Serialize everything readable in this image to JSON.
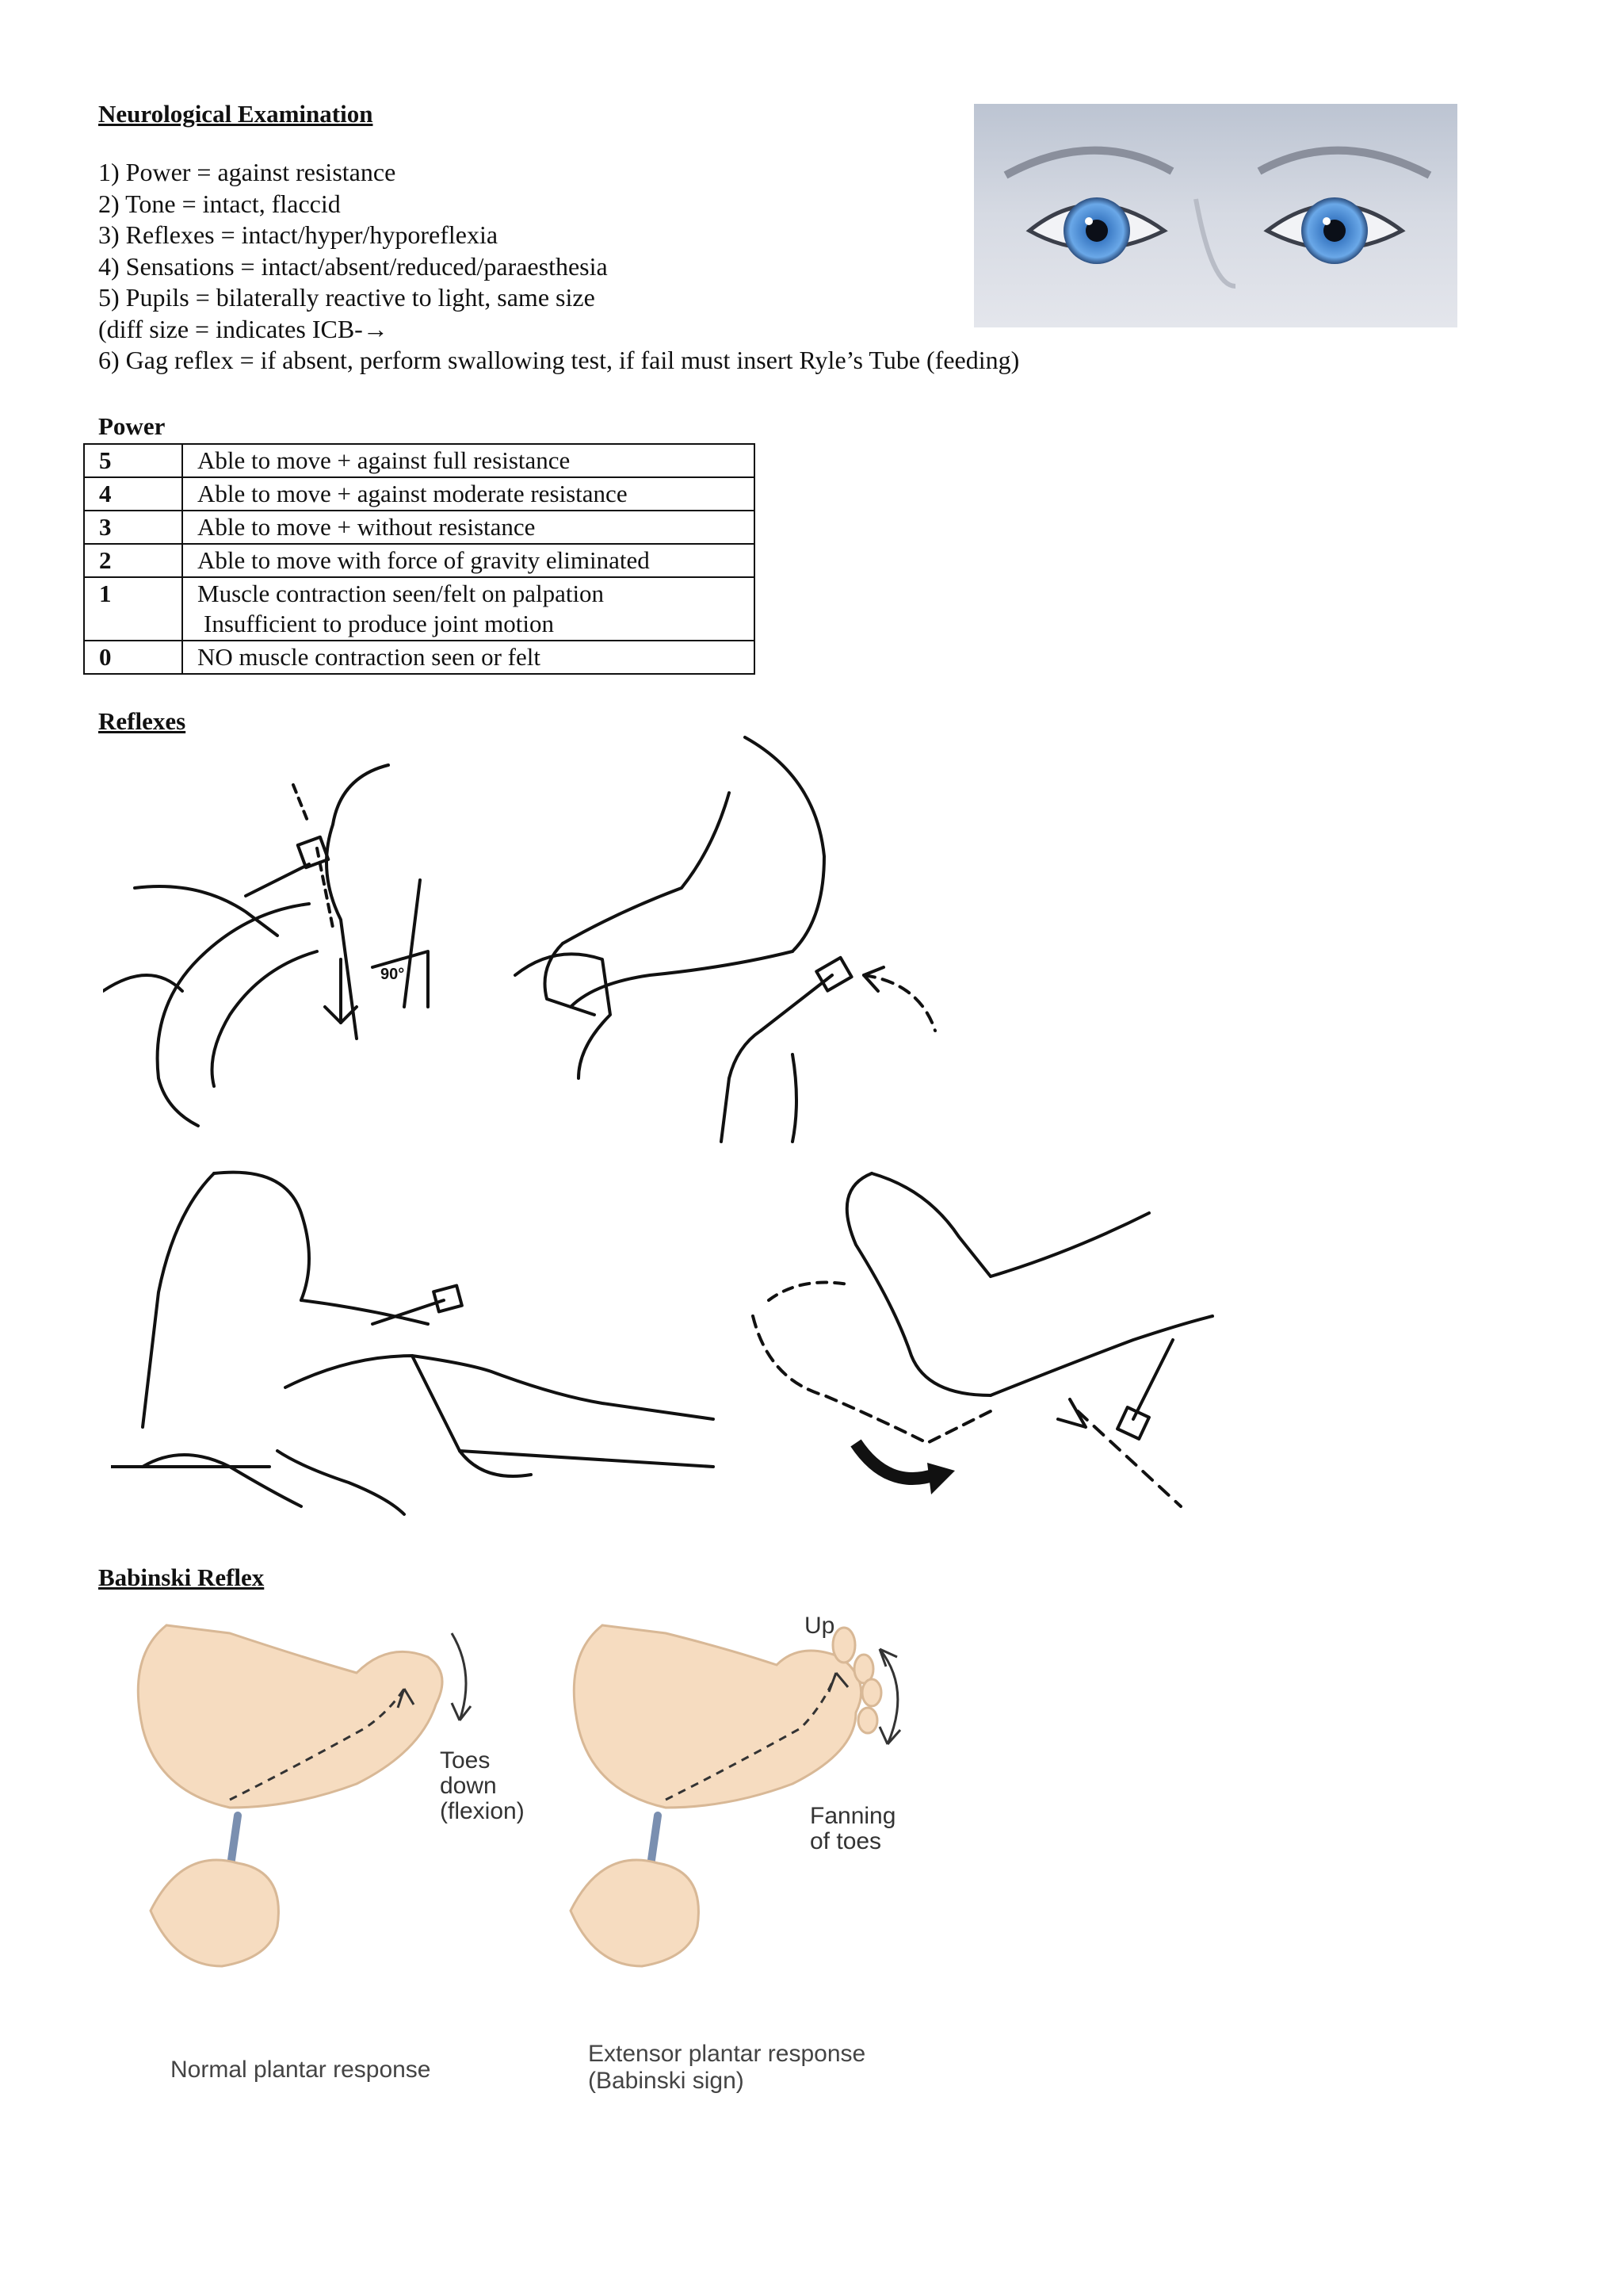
{
  "heading": "Neurological Examination",
  "exam_items": [
    "1) Power = against resistance",
    "2) Tone = intact, flaccid",
    "3) Reflexes = intact/hyper/hyporeflexia",
    "4) Sensations = intact/absent/reduced/paraesthesia",
    "5) Pupils = bilaterally reactive to light, same size",
    "(diff size = indicates ICB-→",
    "6) Gag reflex = if absent, perform swallowing test, if fail must insert Ryle’s Tube (feeding)"
  ],
  "power": {
    "title": "Power",
    "rows": [
      {
        "grade": "5",
        "desc": "Able to move + against full resistance"
      },
      {
        "grade": "4",
        "desc": "Able to move + against moderate resistance"
      },
      {
        "grade": "3",
        "desc": "Able to move + without resistance"
      },
      {
        "grade": "2",
        "desc": "Able to move with force of gravity eliminated"
      },
      {
        "grade": "1",
        "desc": "Muscle contraction seen/felt on palpation",
        "desc2": "Insufficient to produce joint motion"
      },
      {
        "grade": "0",
        "desc": "NO muscle contraction seen or felt"
      }
    ]
  },
  "reflexes": {
    "title": "Reflexes",
    "angle_label": "90°"
  },
  "babinski": {
    "title": "Babinski Reflex",
    "left_annotation": [
      "Toes",
      "down",
      "(flexion)"
    ],
    "left_caption": "Normal plantar response",
    "right_up": "Up",
    "right_annotation": [
      "Fanning",
      "of toes"
    ],
    "right_caption": [
      "Extensor plantar response",
      "(Babinski sign)"
    ]
  },
  "colors": {
    "iris": "#4a8fd6",
    "skin": "#f6dcc0",
    "ink": "#111111"
  }
}
